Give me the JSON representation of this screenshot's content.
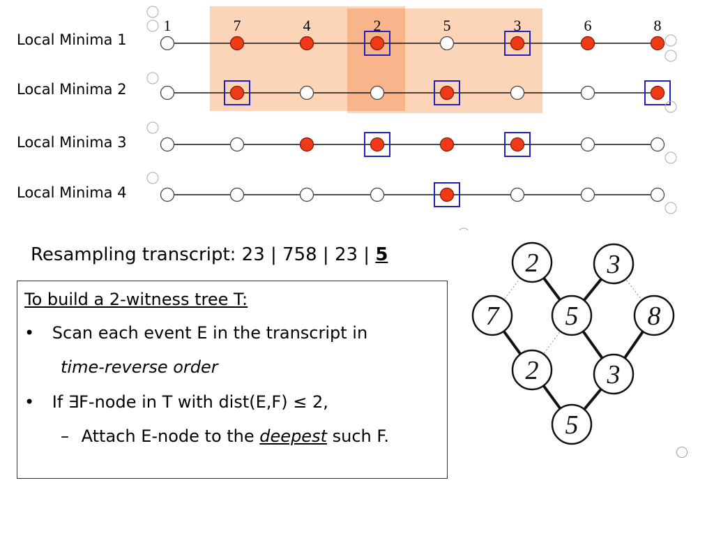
{
  "rows": [
    {
      "label": "Local Minima 1",
      "filled": [
        false,
        true,
        true,
        true,
        false,
        true,
        true,
        true
      ],
      "boxed": [
        false,
        false,
        false,
        true,
        false,
        true,
        false,
        false
      ]
    },
    {
      "label": "Local Minima 2",
      "filled": [
        false,
        true,
        false,
        false,
        true,
        false,
        false,
        true
      ],
      "boxed": [
        false,
        true,
        false,
        false,
        true,
        false,
        false,
        true
      ]
    },
    {
      "label": "Local Minima 3",
      "filled": [
        false,
        false,
        true,
        true,
        true,
        true,
        false,
        false
      ],
      "boxed": [
        false,
        false,
        false,
        true,
        false,
        true,
        false,
        false
      ]
    },
    {
      "label": "Local Minima 4",
      "filled": [
        false,
        false,
        false,
        false,
        true,
        false,
        false,
        false
      ],
      "boxed": [
        false,
        false,
        false,
        false,
        true,
        false,
        false,
        false
      ]
    }
  ],
  "column_numbers": [
    "1",
    "7",
    "4",
    "2",
    "5",
    "3",
    "6",
    "8"
  ],
  "transcript": {
    "prefix": "Resampling transcript: 23 | 758 | 23 | ",
    "last": "5"
  },
  "rules": {
    "heading": "To build a 2-witness tree T:",
    "bullet1": "Scan each event E in the transcript in",
    "bullet1_cont": "time-reverse order",
    "bullet2": "If ∃F-node in T with dist(E,F) ≤ 2,",
    "sub_prefix": "Attach E-node to the ",
    "sub_emph": "deepest",
    "sub_suffix": " such F."
  },
  "tree": {
    "nodes": [
      {
        "id": "a",
        "label": "2"
      },
      {
        "id": "b",
        "label": "3"
      },
      {
        "id": "c",
        "label": "7"
      },
      {
        "id": "d",
        "label": "5"
      },
      {
        "id": "e",
        "label": "8"
      },
      {
        "id": "f",
        "label": "2"
      },
      {
        "id": "g",
        "label": "3"
      },
      {
        "id": "h",
        "label": "5"
      }
    ],
    "edges": [
      {
        "from": "c",
        "to": "f",
        "style": "solid"
      },
      {
        "from": "a",
        "to": "d",
        "style": "solid"
      },
      {
        "from": "b",
        "to": "d",
        "style": "solid"
      },
      {
        "from": "d",
        "to": "g",
        "style": "solid"
      },
      {
        "from": "e",
        "to": "g",
        "style": "solid"
      },
      {
        "from": "f",
        "to": "h",
        "style": "solid"
      },
      {
        "from": "g",
        "to": "h",
        "style": "solid"
      },
      {
        "from": "c",
        "to": "a",
        "style": "dotted"
      },
      {
        "from": "b",
        "to": "e",
        "style": "dotted"
      },
      {
        "from": "d",
        "to": "f",
        "style": "dotted"
      }
    ]
  },
  "colors": {
    "filled_node": "#f03a17",
    "box": "#2020c0",
    "highlight": "#fcd5b8",
    "highlight_dark": "#f8b48a"
  }
}
